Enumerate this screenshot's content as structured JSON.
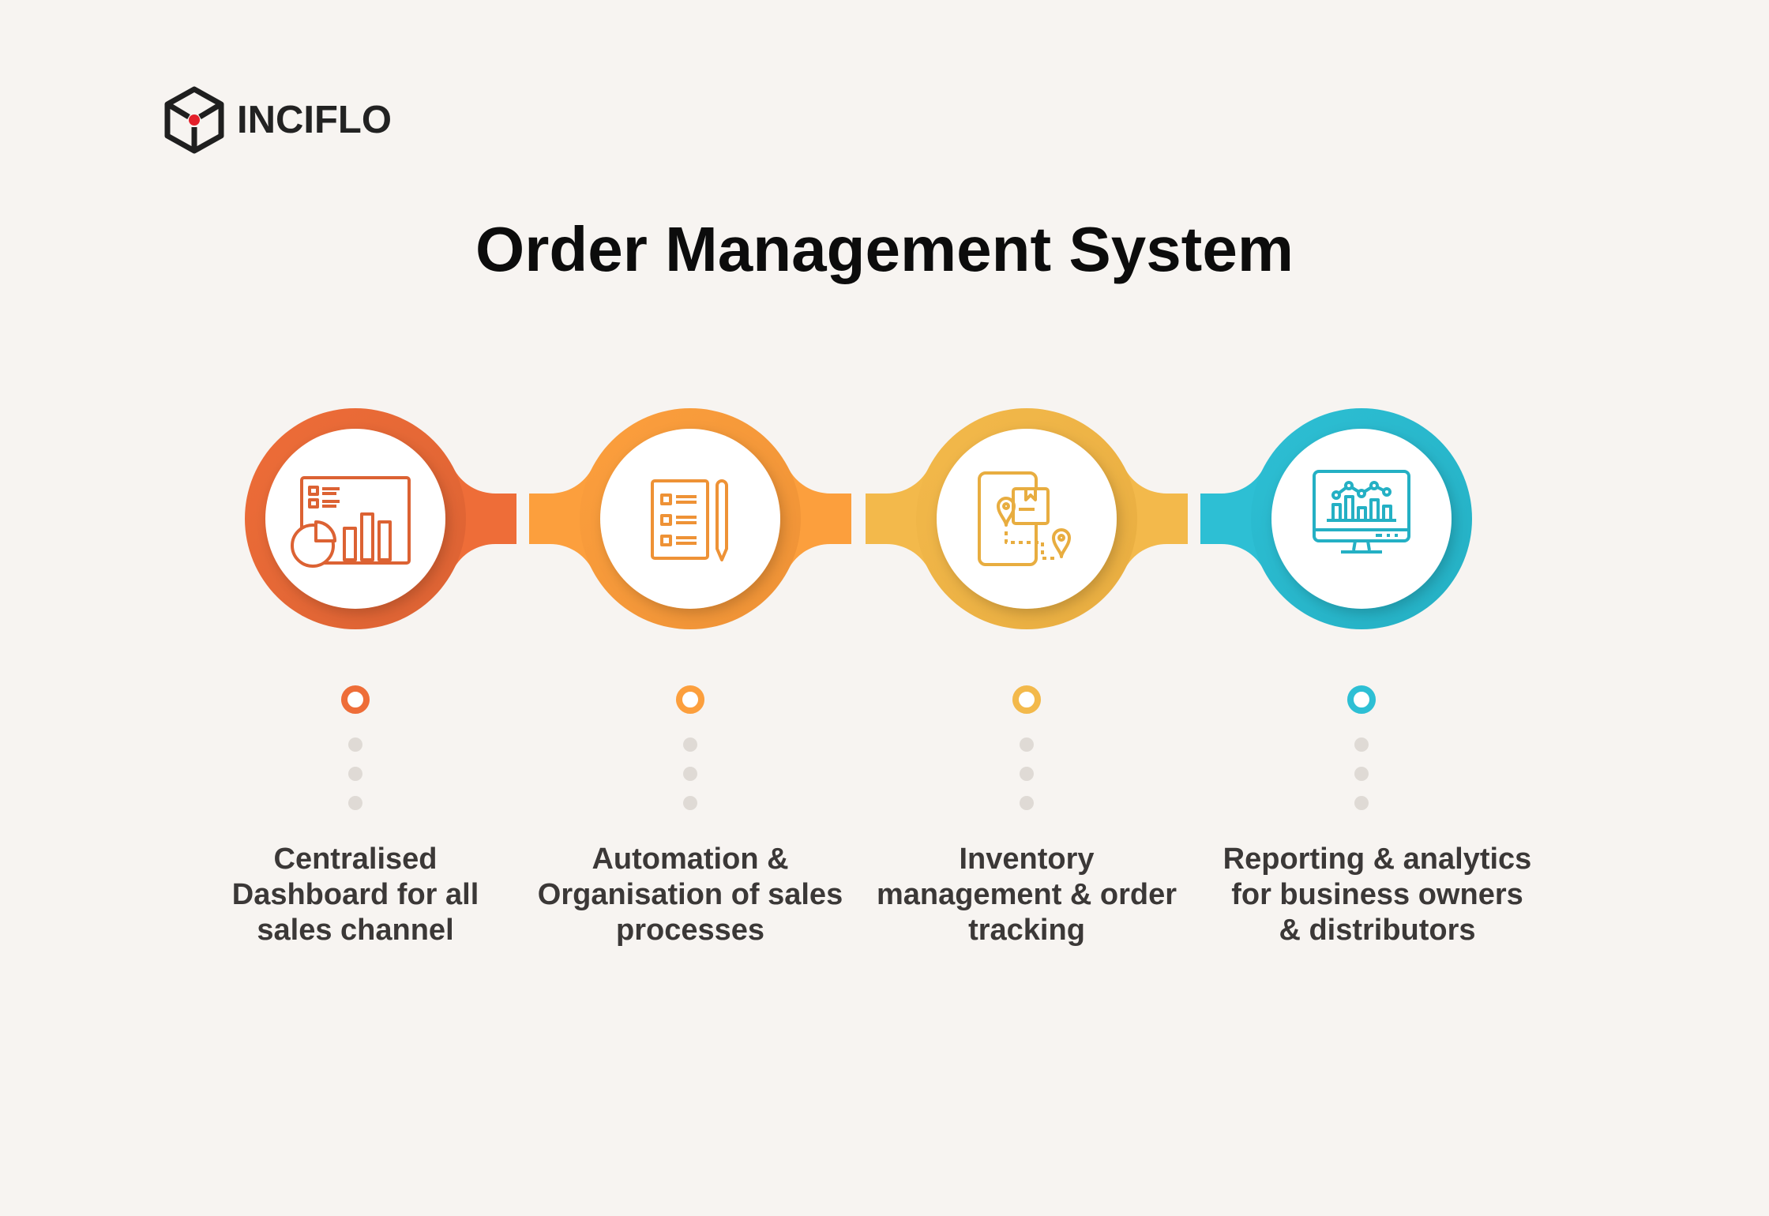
{
  "brand": {
    "name": "INCIFLO",
    "accent": "#e4202a"
  },
  "title": "Order Management System",
  "steps": [
    {
      "label": "Centralised Dashboard for all sales channel",
      "icon": "dashboard-chart-icon",
      "color": "#ee6d38",
      "color_dark": "#dc6233"
    },
    {
      "label": "Automation & Organisation of sales processes",
      "icon": "checklist-pencil-icon",
      "color": "#fc9f3d",
      "color_dark": "#ee9236"
    },
    {
      "label": "Inventory management & order tracking",
      "icon": "mobile-tracking-icon",
      "color": "#f3b94b",
      "color_dark": "#e8ad40"
    },
    {
      "label": "Reporting & analytics for business owners & distributors",
      "icon": "monitor-analytics-icon",
      "color": "#2dbfd4",
      "color_dark": "#24b0c4"
    }
  ]
}
